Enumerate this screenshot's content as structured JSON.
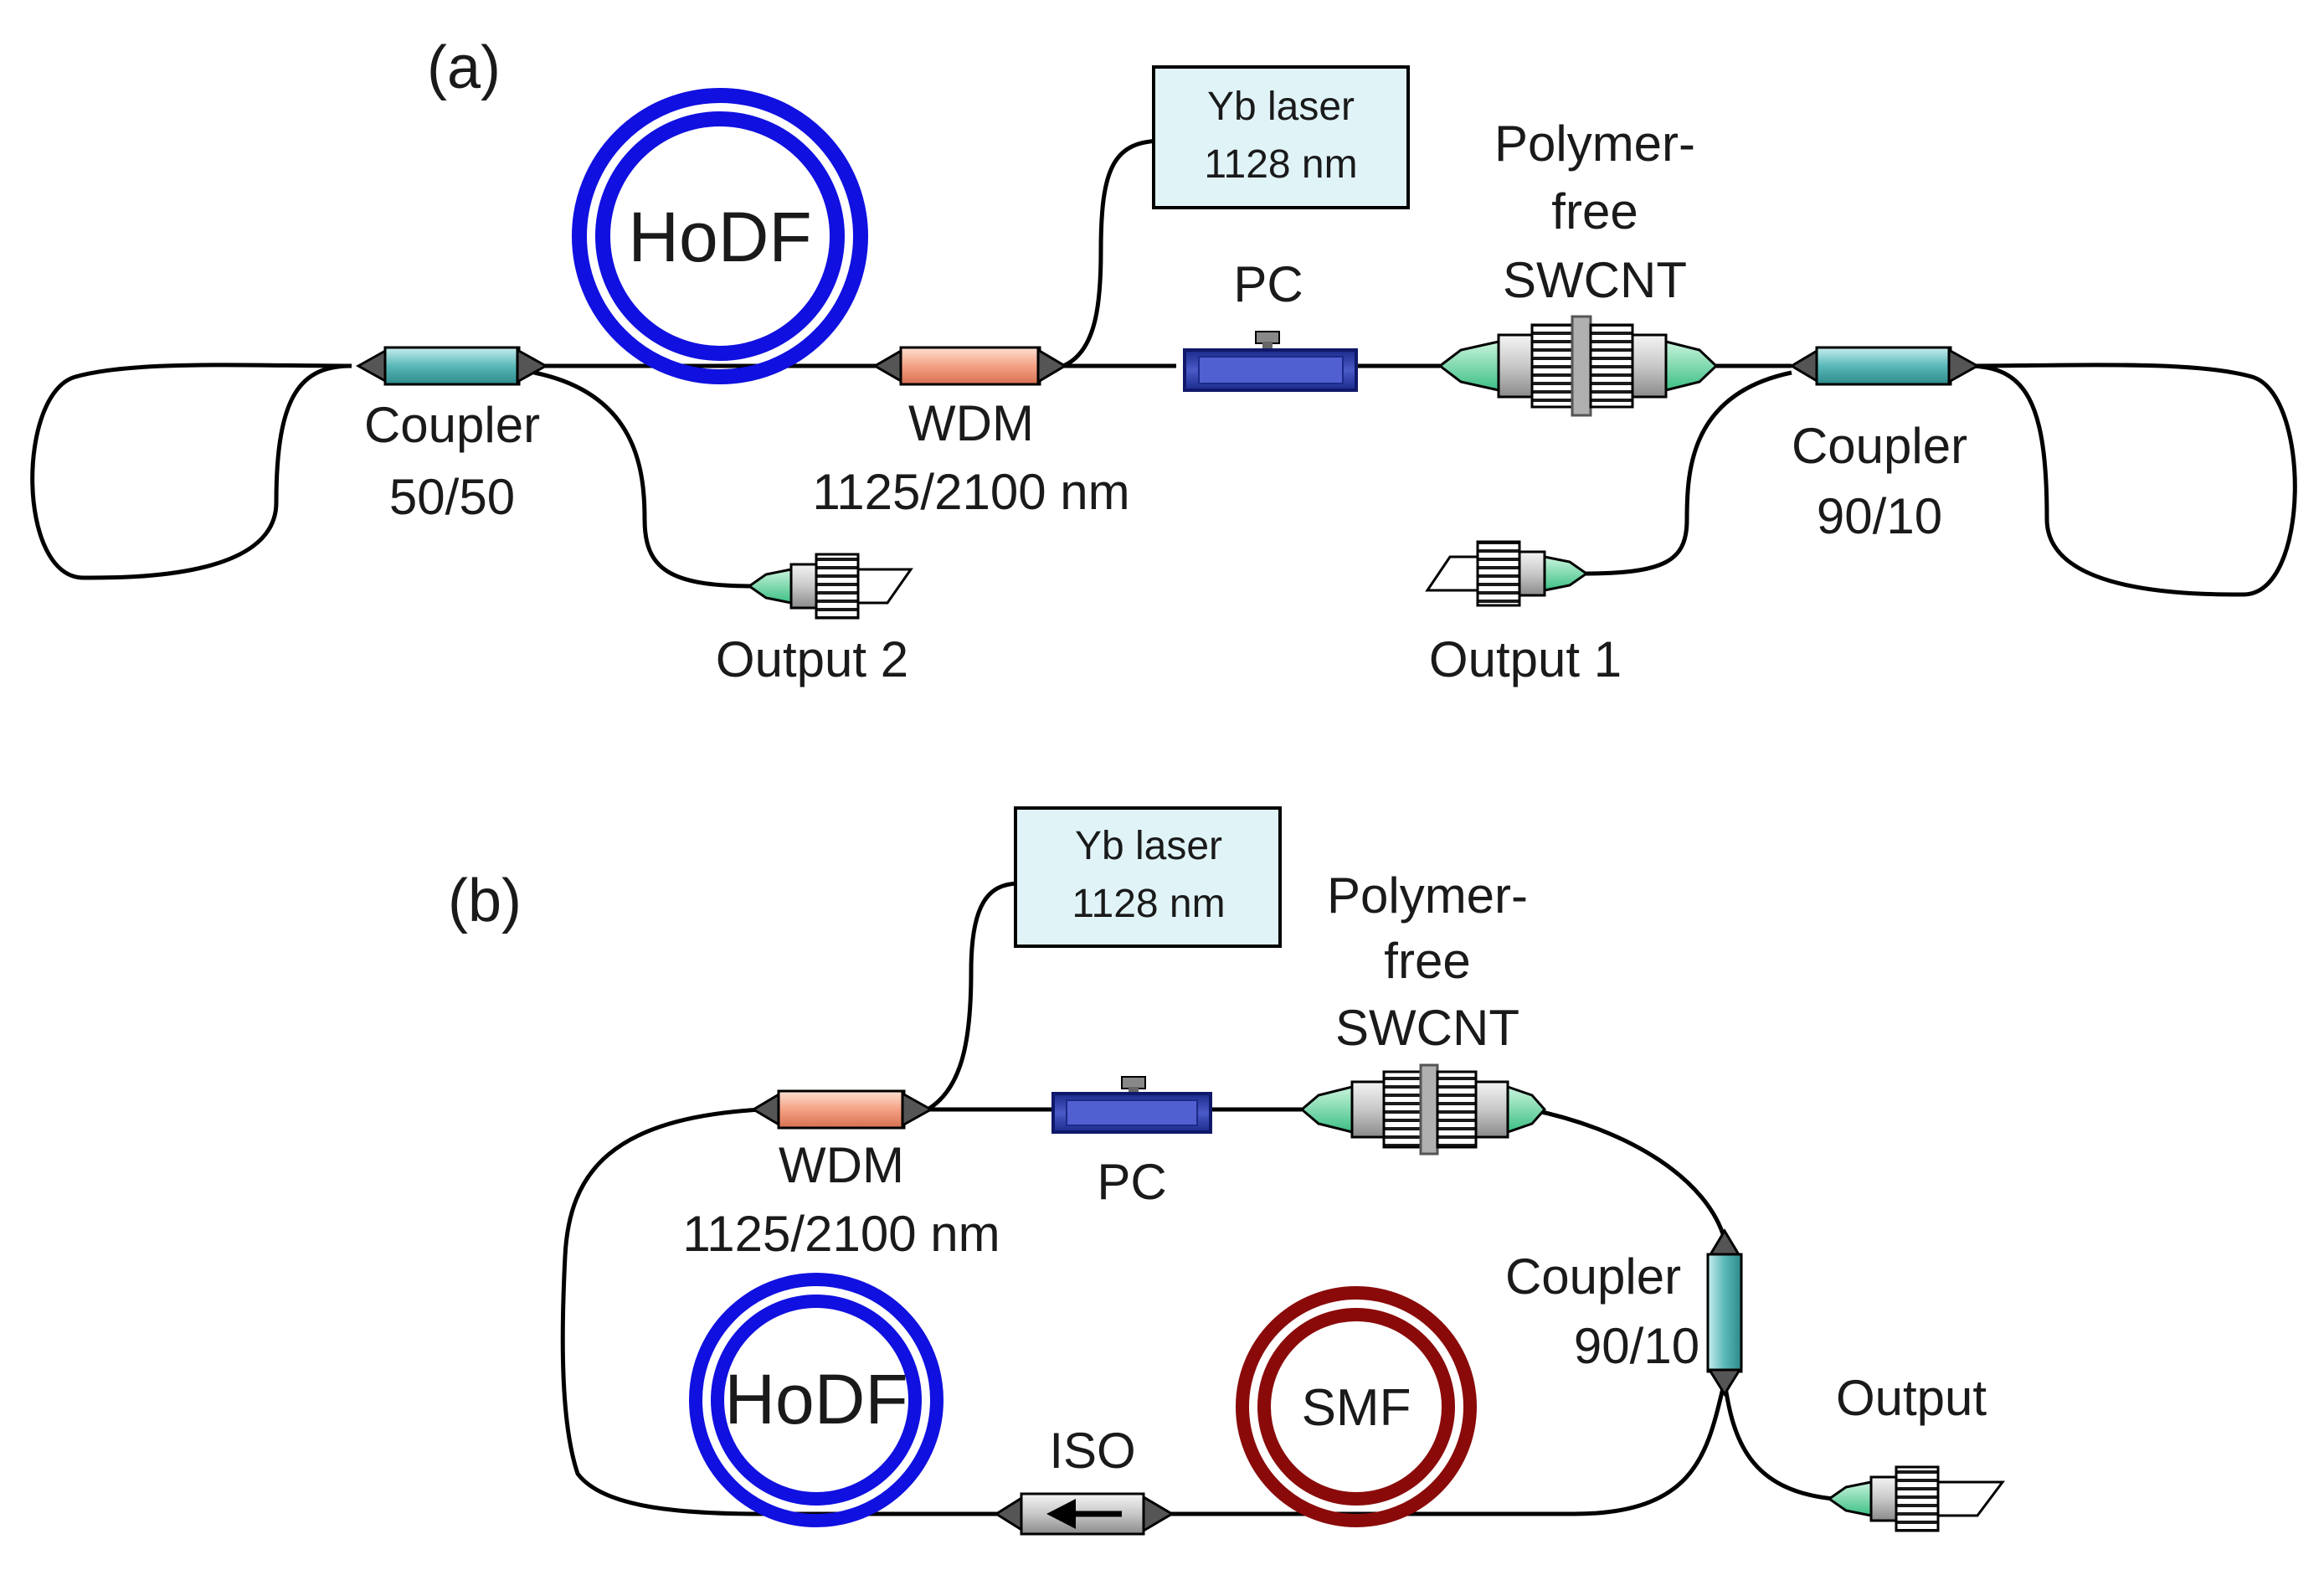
{
  "panel_a": {
    "label": "(a)",
    "yb_laser": {
      "line1": "Yb laser",
      "line2": "1128 nm"
    },
    "hodf": "HoDF",
    "coupler_left": {
      "line1": "Coupler",
      "line2": "50/50"
    },
    "wdm": {
      "line1": "WDM",
      "line2": "1125/2100 nm"
    },
    "pc": "PC",
    "swcnt": {
      "line1": "Polymer-",
      "line2": "free",
      "line3": "SWCNT"
    },
    "coupler_right": {
      "line1": "Coupler",
      "line2": "90/10"
    },
    "output1": "Output 1",
    "output2": "Output 2"
  },
  "panel_b": {
    "label": "(b)",
    "yb_laser": {
      "line1": "Yb laser",
      "line2": "1128 nm"
    },
    "swcnt": {
      "line1": "Polymer-",
      "line2": "free",
      "line3": "SWCNT"
    },
    "wdm": {
      "line1": "WDM",
      "line2": "1125/2100 nm"
    },
    "pc": "PC",
    "coupler": {
      "line1": "Coupler",
      "line2": "90/10"
    },
    "hodf": "HoDF",
    "smf": "SMF",
    "iso": "ISO",
    "output": "Output"
  },
  "colors": {
    "hodf_coil": "#1010e0",
    "smf_coil": "#8a0a0a",
    "coupler": "#5ab8b8",
    "wdm": "#f0a888",
    "pc": "#2a3aa0",
    "box_fill": "#e0f4f8",
    "lens": "#6fd8a8"
  }
}
